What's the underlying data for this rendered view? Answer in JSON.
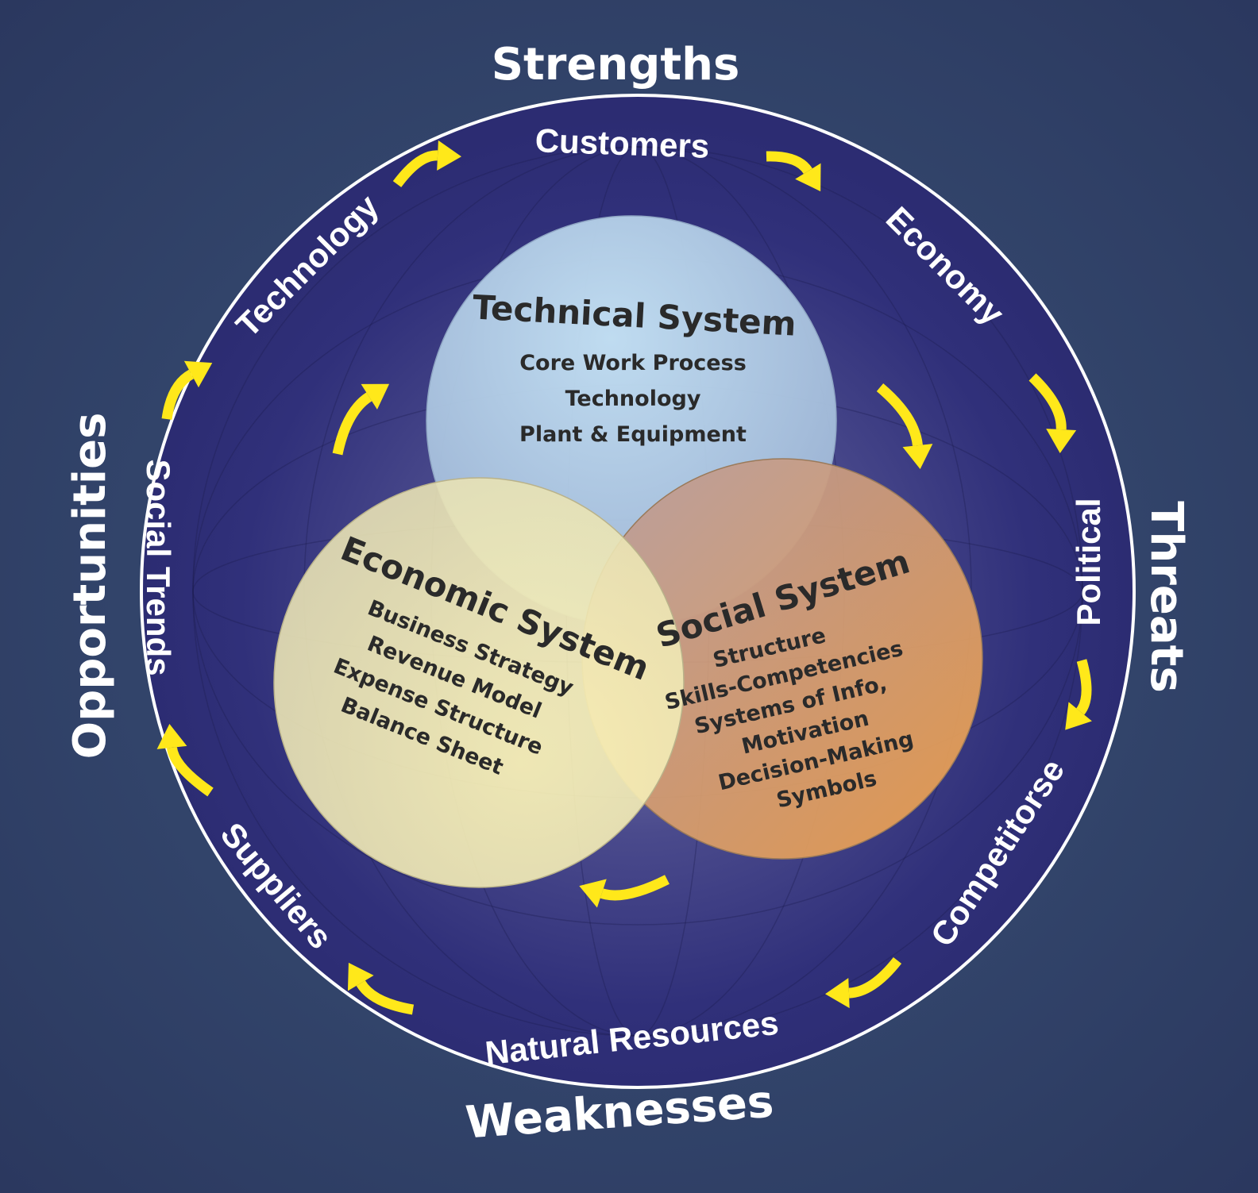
{
  "swot": {
    "top": "Strengths",
    "bottom": "Weaknesses",
    "left": "Opportunities",
    "right": "Threats"
  },
  "ring_labels": {
    "customers": "Customers",
    "economy": "Economy",
    "political": "Political",
    "competitors": "Competitorse",
    "natural_resources": "Natural Resources",
    "suppliers": "Suppliers",
    "social_trends": "Social Trends",
    "technology": "Technology"
  },
  "systems": {
    "technical": {
      "title": "Technical System",
      "items": [
        "Core Work Process",
        "Technology",
        "Plant & Equipment"
      ],
      "color": "#b9d7ee"
    },
    "economic": {
      "title": "Economic System",
      "items": [
        "Business Strategy",
        "Revenue Model",
        "Expense Structure",
        "Balance Sheet"
      ],
      "color": "#f8efb4"
    },
    "social": {
      "title": "Social System",
      "items": [
        "Structure",
        "Skills-Competencies",
        "Systems of Info,",
        "Motivation",
        "Decision-Making",
        "Symbols"
      ],
      "color": "#e39a52"
    }
  },
  "colors": {
    "background": "#2d3a63",
    "ring": "#2f2f78",
    "arrow": "#ffe81a",
    "text": "#ffffff"
  }
}
